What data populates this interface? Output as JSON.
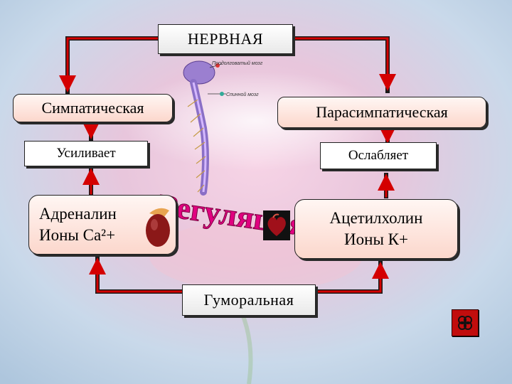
{
  "diagram": {
    "top": "НЕРВНАЯ",
    "left_branch": "Симпатическая",
    "right_branch": "Парасимпатическая",
    "left_effect": "Усиливает",
    "right_effect": "Ослабляет",
    "left_agent": {
      "line1": "Адреналин",
      "line2": "Ионы Са²+"
    },
    "right_agent": {
      "line1": "Ацетилхолин",
      "line2": "Ионы К+"
    },
    "bottom": "Гуморальная",
    "watermark": "Регуляция работы",
    "brain_label_1": "Продолговатый мозг",
    "brain_label_2": "Спинной мозг"
  },
  "colors": {
    "arrow_red": "#d40000",
    "arrow_dark": "#1a1a1a",
    "box_pink": "#fcd7cc"
  },
  "icons": [
    "spinal-cord-illustration",
    "adrenal-gland-icon",
    "heart-icon",
    "nav-button-icon"
  ]
}
